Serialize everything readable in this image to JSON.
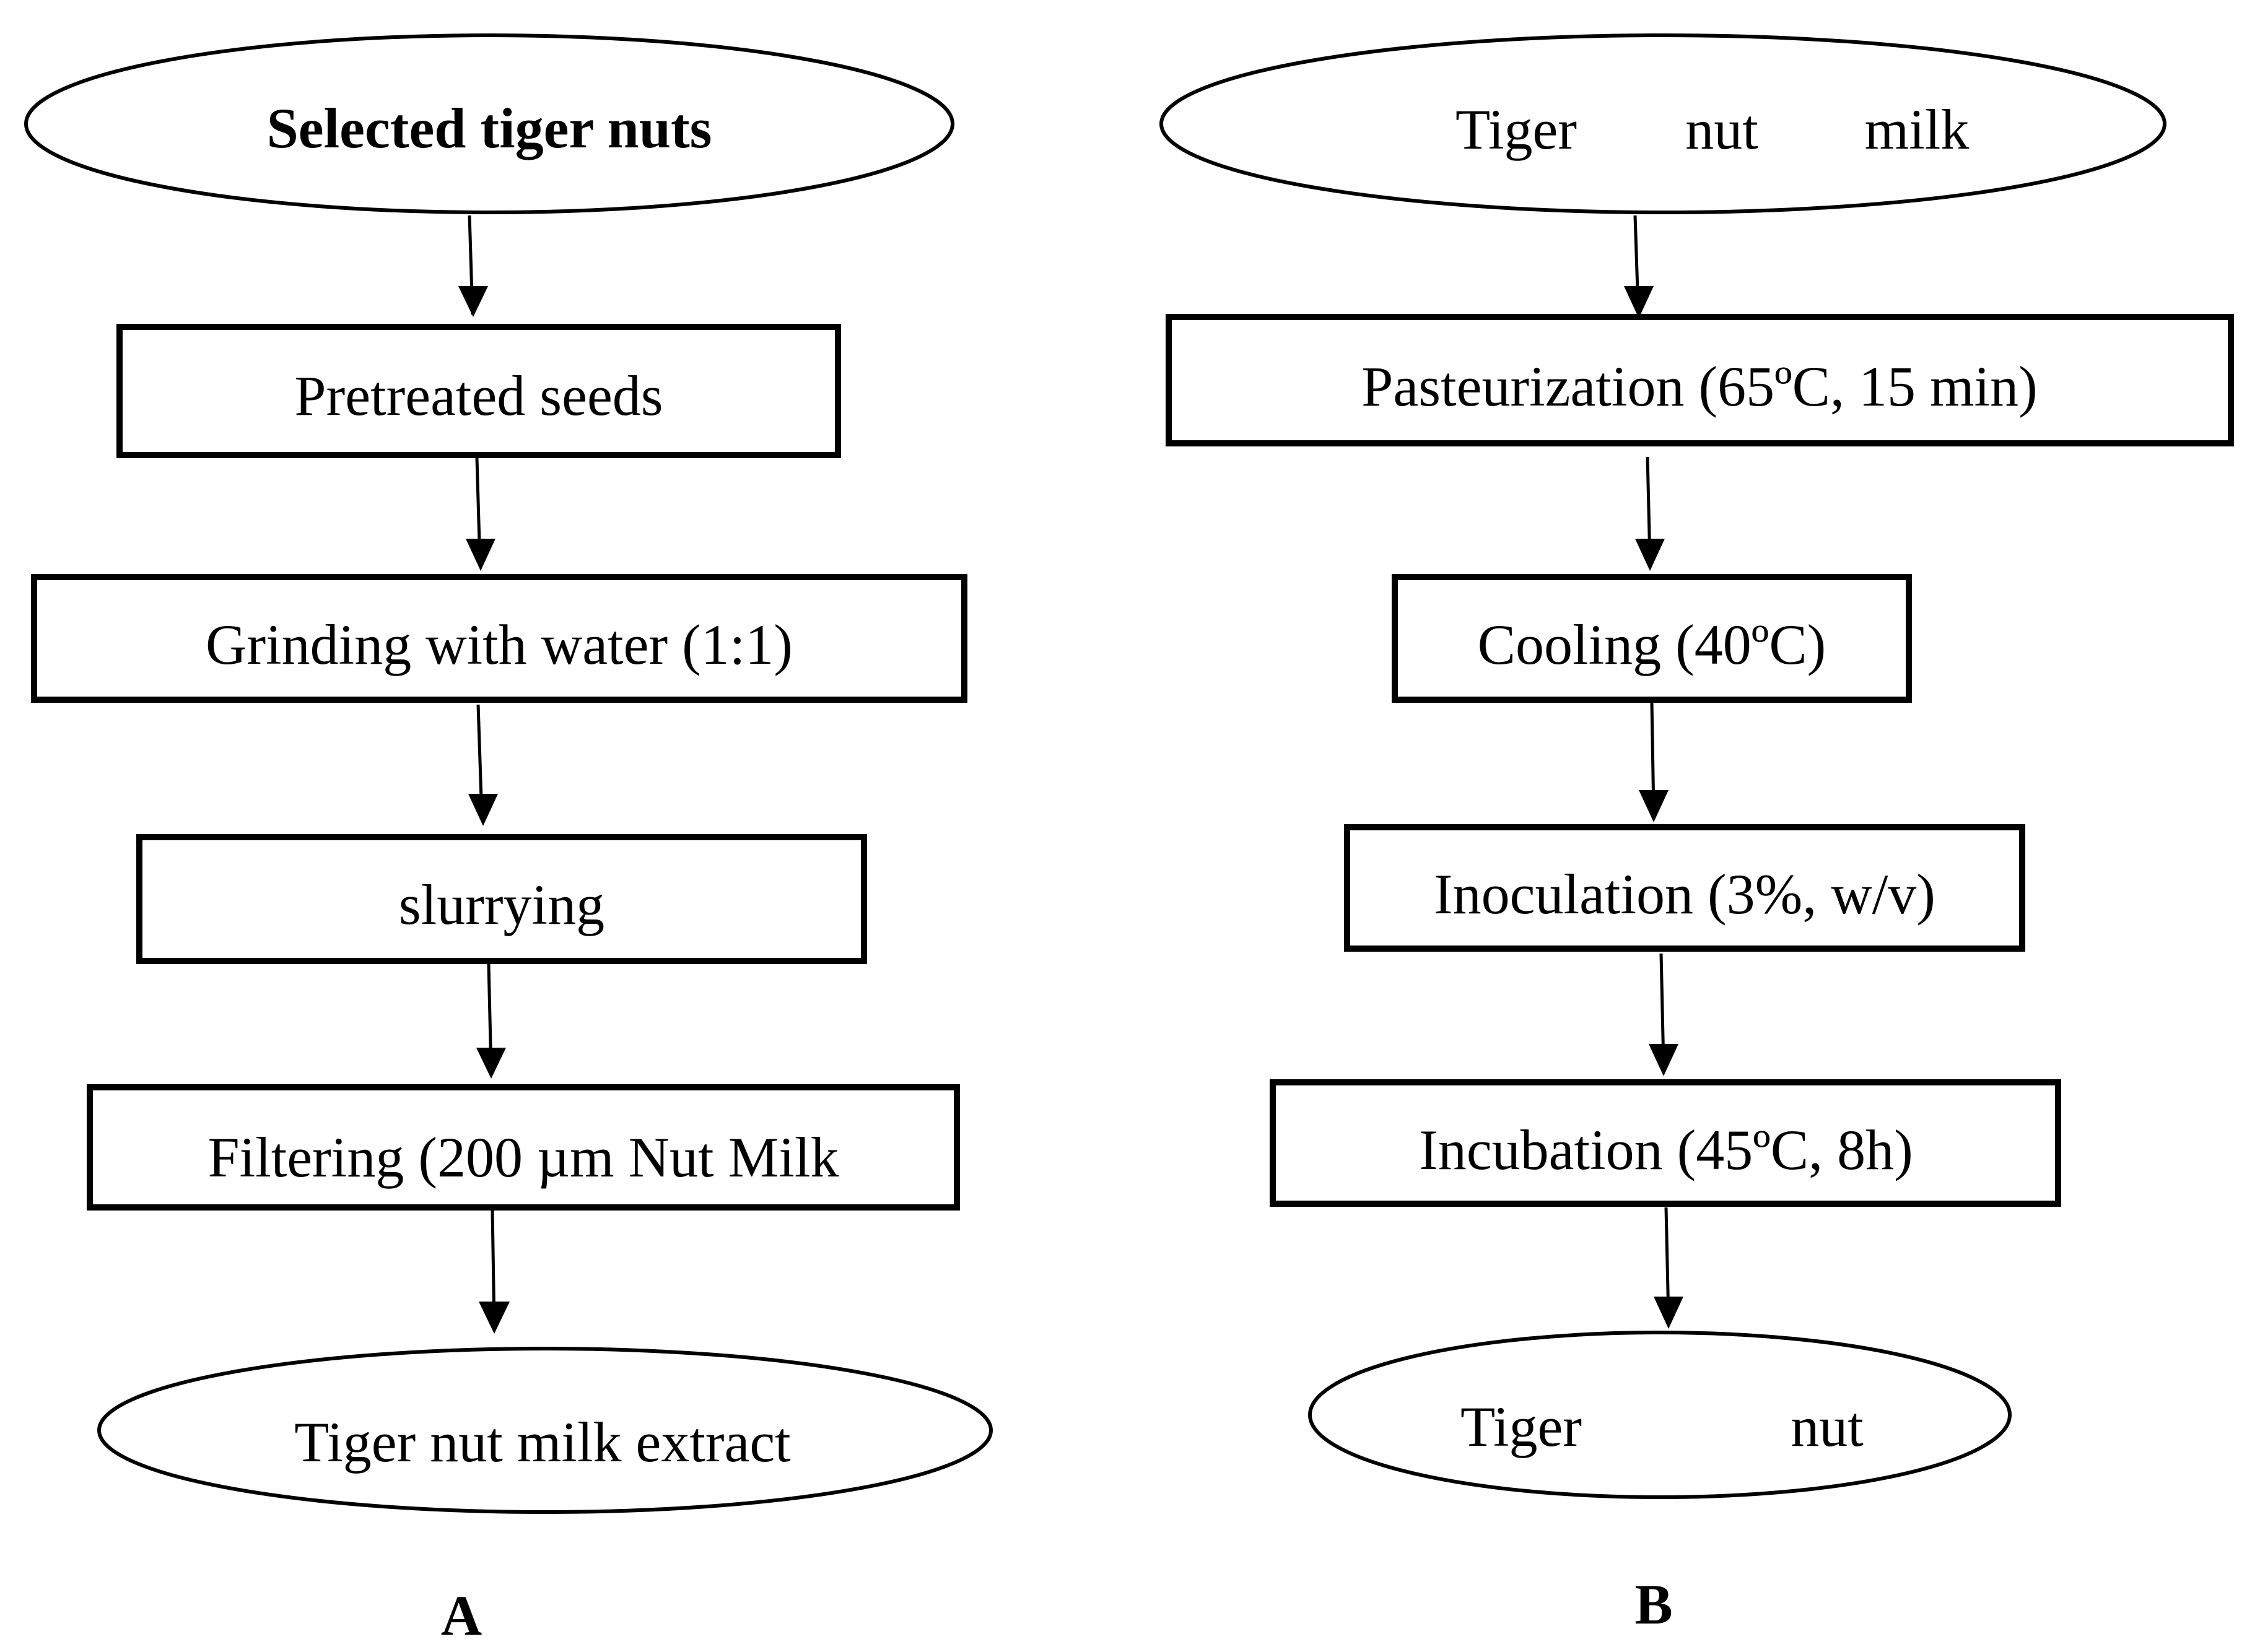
{
  "panel_a": {
    "start": "Selected tiger nuts",
    "steps": [
      "Pretreated seeds",
      "Grinding with water (1:1)",
      "slurrying",
      "Filtering (200 µm Nut Milk"
    ],
    "end": "Tiger nut milk extract",
    "caption": "A"
  },
  "panel_b": {
    "start_words": [
      "Tiger",
      "nut",
      "milk"
    ],
    "steps": [
      "Pasteurization (65ºC, 15 min)",
      "Cooling (40ºC)",
      "Inoculation (3%, w/v)",
      "Incubation (45ºC, 8h)"
    ],
    "end_words": [
      "Tiger",
      "nut"
    ],
    "caption": "B"
  }
}
